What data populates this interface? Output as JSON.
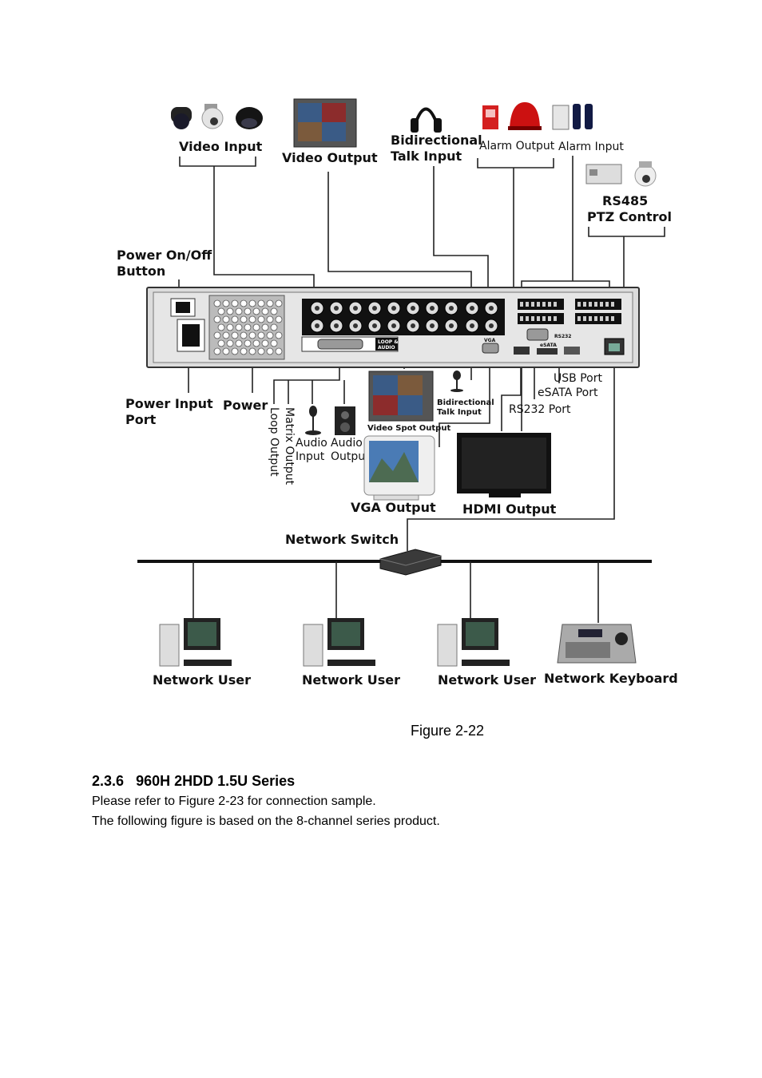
{
  "diagram": {
    "labels": {
      "video_input": "Video Input",
      "video_output": "Video Output",
      "bidirectional_talk_input_1": "Bidirectional",
      "bidirectional_talk_input_2": "Talk  Input",
      "alarm_output": "Alarm Output",
      "alarm_input": "Alarm Input",
      "rs485_1": "RS485",
      "rs485_2": "PTZ Control",
      "power_button_1": "Power On/Off",
      "power_button_2": "Button",
      "power_input_1": "Power Input",
      "power_input_2": "Port",
      "power": "Power",
      "loop_output": "Loop Output",
      "matrix_output": "Matrix Output",
      "audio_input_1": "Audio",
      "audio_input_2": "Input",
      "audio_output_1": "Audio",
      "audio_output_2": "Output",
      "spot_talk_1": "Bidirectional",
      "spot_talk_2": "Talk Input",
      "video_spot_output": "Video Spot Output",
      "usb_port": "USB Port",
      "esata_port": "eSATA Port",
      "rs232_port": "RS232 Port",
      "vga_output": "VGA Output",
      "hdmi_output": "HDMI Output",
      "network_switch": "Network Switch",
      "network_user_1": "Network User",
      "network_user_2": "Network User",
      "network_user_3": "Network User",
      "network_keyboard": "Network Keyboard"
    },
    "panel_text": {
      "loop_audio_1": "LOOP &",
      "loop_audio_2": "AUDIO",
      "vga": "VGA",
      "rs232": "RS232",
      "esata": "eSATA"
    }
  },
  "caption": "Figure 2-22",
  "section": {
    "number": "2.3.6",
    "title": "960H 2HDD 1.5U Series",
    "paragraphs": [
      "Please refer to Figure 2-23 for connection sample.",
      "The following figure is based on the 8-channel series product."
    ]
  }
}
